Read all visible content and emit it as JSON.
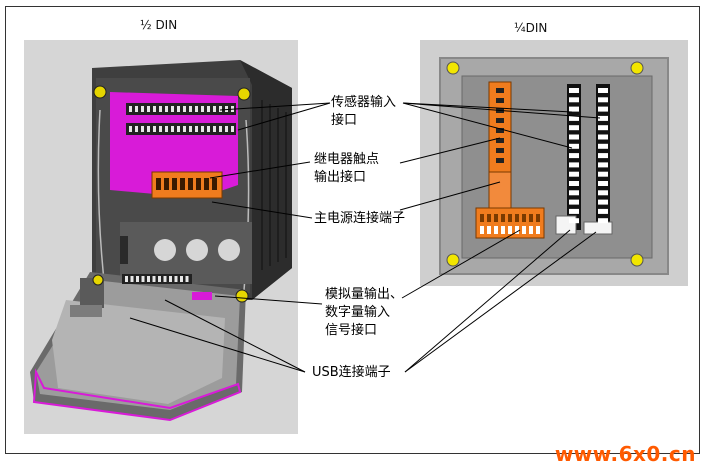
{
  "titles": {
    "half_din": "½ DIN",
    "quarter_din": "¼DIN"
  },
  "labels": {
    "sensor_input": "传感器输入\n接口",
    "relay_output": "继电器触点\n输出接口",
    "main_power": "主电源连接端子",
    "analog_digital": "模拟量输出、\n数字量输入\n信号接口",
    "usb": "USB连接端子"
  },
  "watermark": "www.6x0.cn",
  "colors": {
    "magenta_board": "#d81bd8",
    "orange_terminal": "#f07c1e",
    "yellow_screw": "#f2e600",
    "housing_dark": "#3d3d3d",
    "panel_grey": "#a8a8a8",
    "background_grey": "#cfcfcf"
  }
}
